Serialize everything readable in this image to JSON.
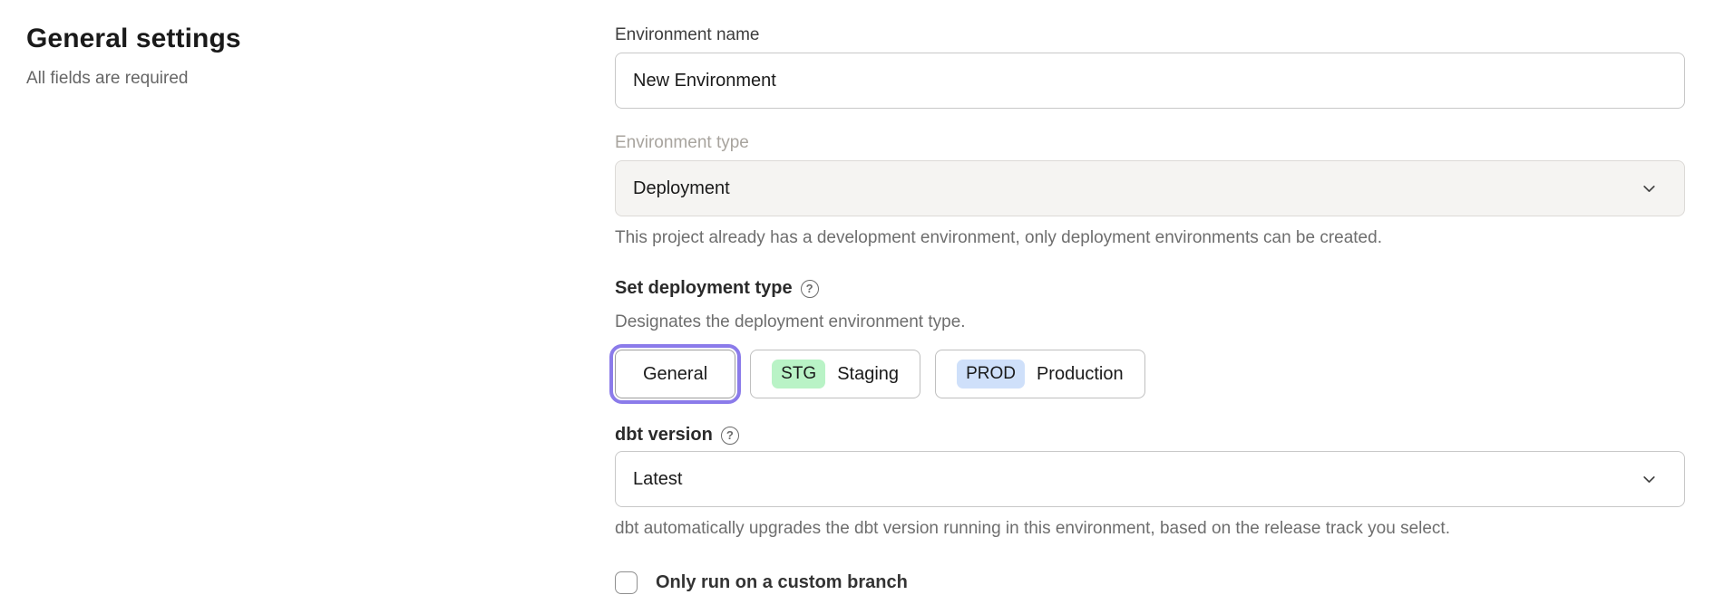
{
  "page": {
    "background": "#ffffff"
  },
  "heading": {
    "title": "General settings",
    "subtitle": "All fields are required"
  },
  "form": {
    "environment_name": {
      "label": "Environment name",
      "value": "New Environment"
    },
    "environment_type": {
      "label": "Environment type",
      "value": "Deployment",
      "disabled": true,
      "helper": "This project already has a development environment, only deployment environments can be created."
    },
    "deployment_type": {
      "label": "Set deployment type",
      "helper": "Designates the deployment environment type.",
      "options": [
        {
          "label": "General",
          "selected": true
        },
        {
          "badge": "STG",
          "label": "Staging",
          "selected": false
        },
        {
          "badge": "PROD",
          "label": "Production",
          "selected": false
        }
      ]
    },
    "dbt_version": {
      "label": "dbt version",
      "value": "Latest",
      "helper": "dbt automatically upgrades the dbt version running in this environment, based on the release track you select."
    },
    "custom_branch": {
      "label": "Only run on a custom branch",
      "checked": false
    }
  },
  "icons": {
    "help": "?",
    "chevron_down": "chevron-down"
  },
  "colors": {
    "selected_ring": "#8b7bea",
    "badge_staging": "#b9f3c6",
    "badge_production": "#cfe0fa",
    "disabled_bg": "#f5f4f2",
    "helper_text": "#6e6e6e"
  }
}
